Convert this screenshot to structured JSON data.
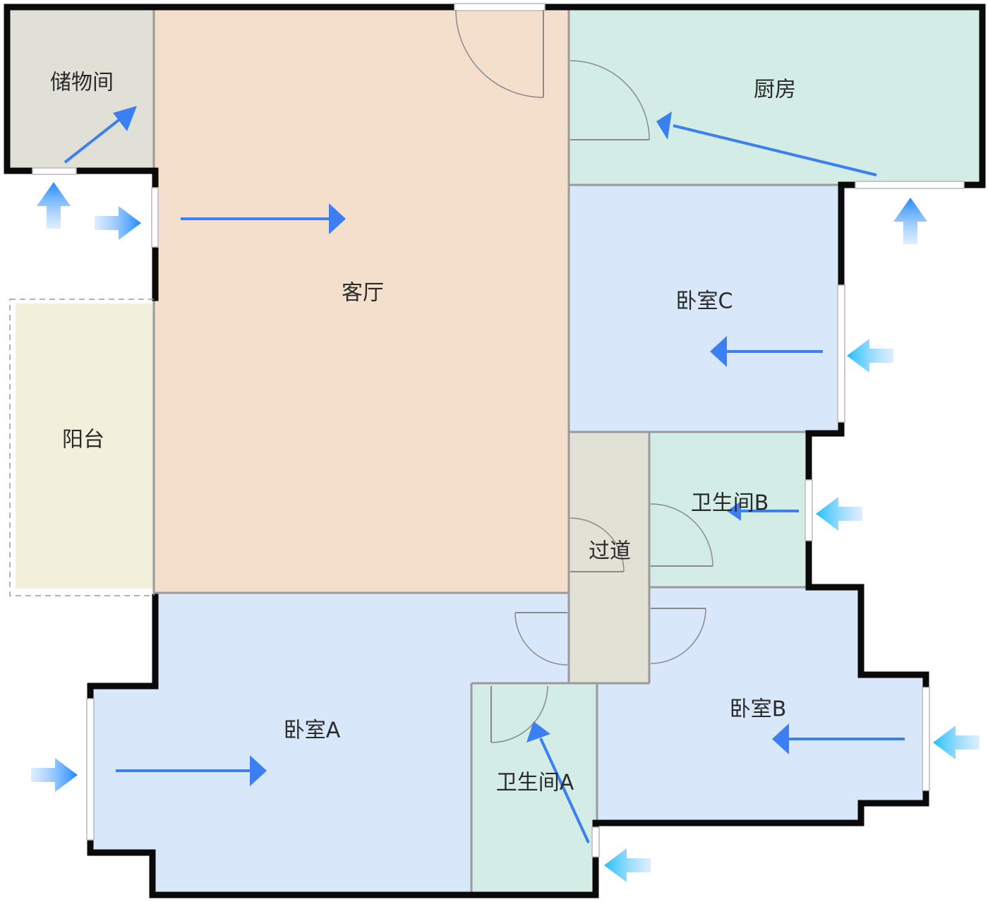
{
  "rooms": {
    "storage": {
      "label": "储物间",
      "fill": "#e0e0d6"
    },
    "living": {
      "label": "客厅",
      "fill": "#f3dfcc"
    },
    "kitchen": {
      "label": "厨房",
      "fill": "#d3ede6"
    },
    "bedroom_c": {
      "label": "卧室C",
      "fill": "#d9e7fb"
    },
    "balcony": {
      "label": "阳台",
      "fill": "#f2f0da"
    },
    "corridor": {
      "label": "过道",
      "fill": "#e1e1d6"
    },
    "bathroom_b": {
      "label": "卫生间B",
      "fill": "#d3ede6"
    },
    "bedroom_a": {
      "label": "卧室A",
      "fill": "#d9e7fb"
    },
    "bathroom_a": {
      "label": "卫生间A",
      "fill": "#d3ede6"
    },
    "bedroom_b": {
      "label": "卧室B",
      "fill": "#d9e7fb"
    }
  },
  "colors": {
    "wall": "#0a0a0a",
    "circulation_arrow": "#3b7ff2",
    "ventilation_arrow_start": "#bcdcff",
    "ventilation_arrow_end": "#1e88ff"
  },
  "icons": {
    "circulation": "blue-line-arrow-icon",
    "ventilation": "gradient-airflow-arrow-icon"
  }
}
